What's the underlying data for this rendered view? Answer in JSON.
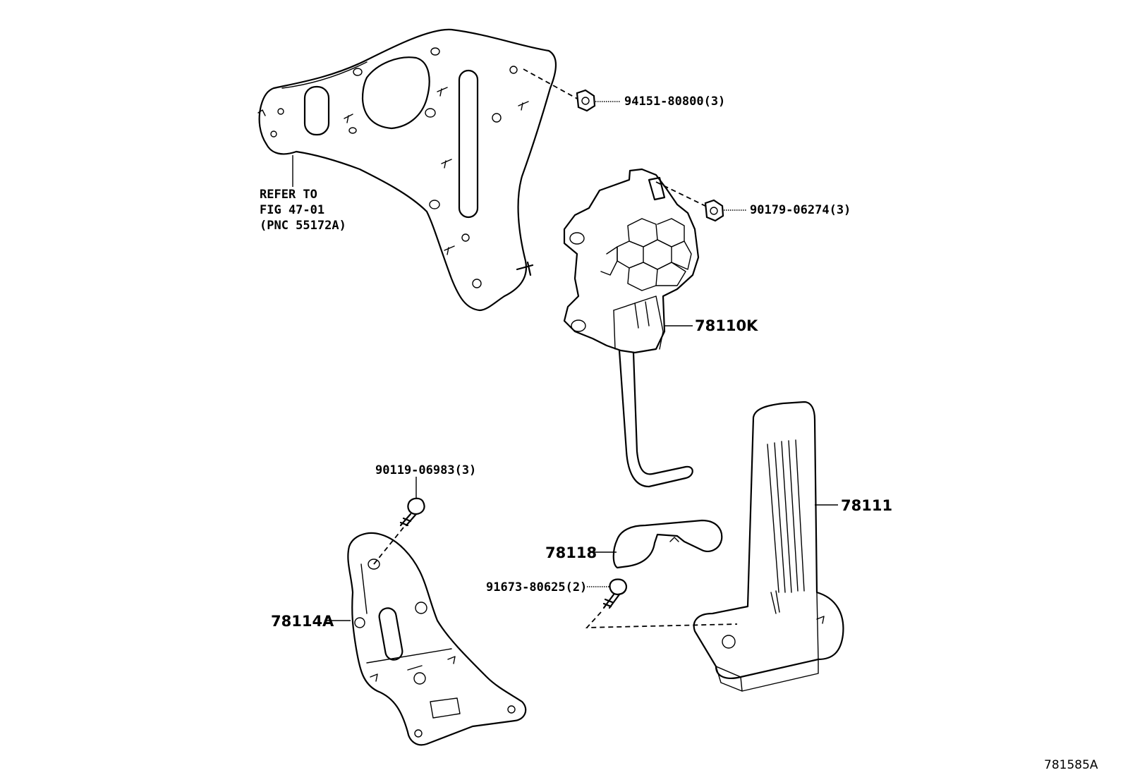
{
  "diagram": {
    "illustration_id": "781585A",
    "labels": {
      "nut_upper": "94151-80800(3)",
      "nut_mid": "90179-06274(3)",
      "refer_line1": "REFER TO",
      "refer_line2": "FIG 47-01",
      "refer_line3": "(PNC 55172A)",
      "pedal_assy": "78110K",
      "pedal_pad": "78111",
      "bolt_bracket": "90119-06983(3)",
      "cover": "78118",
      "screw": "91673-80625(2)",
      "bracket": "78114A"
    }
  }
}
